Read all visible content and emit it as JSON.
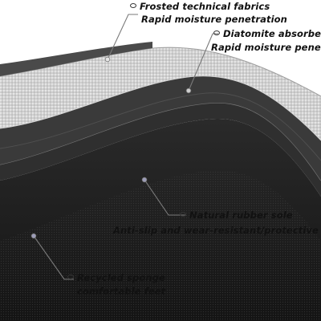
{
  "labels": {
    "frosted": {
      "title": "Frosted technical fabrics",
      "subtitle": "Rapid moisture penetration"
    },
    "diatomite": {
      "title": "Diatomite absorbent layer",
      "subtitle": "Rapid moisture penetration"
    },
    "rubber": {
      "title": "Natural rubber sole",
      "subtitle": "Anti-slip and wear-resistant/protective floor"
    },
    "sponge": {
      "title": "Recycled sponge",
      "subtitle": "comfortable feet"
    }
  },
  "colors": {
    "fabric": "#cfcfcf",
    "fabric_light": "#e9e9e9",
    "diatomite": "#3a3a3a",
    "rubber": "#2e2e2e",
    "sponge": "#1c1c1c",
    "edge": "#6a6a6a",
    "leader": "#7a7a7a"
  }
}
